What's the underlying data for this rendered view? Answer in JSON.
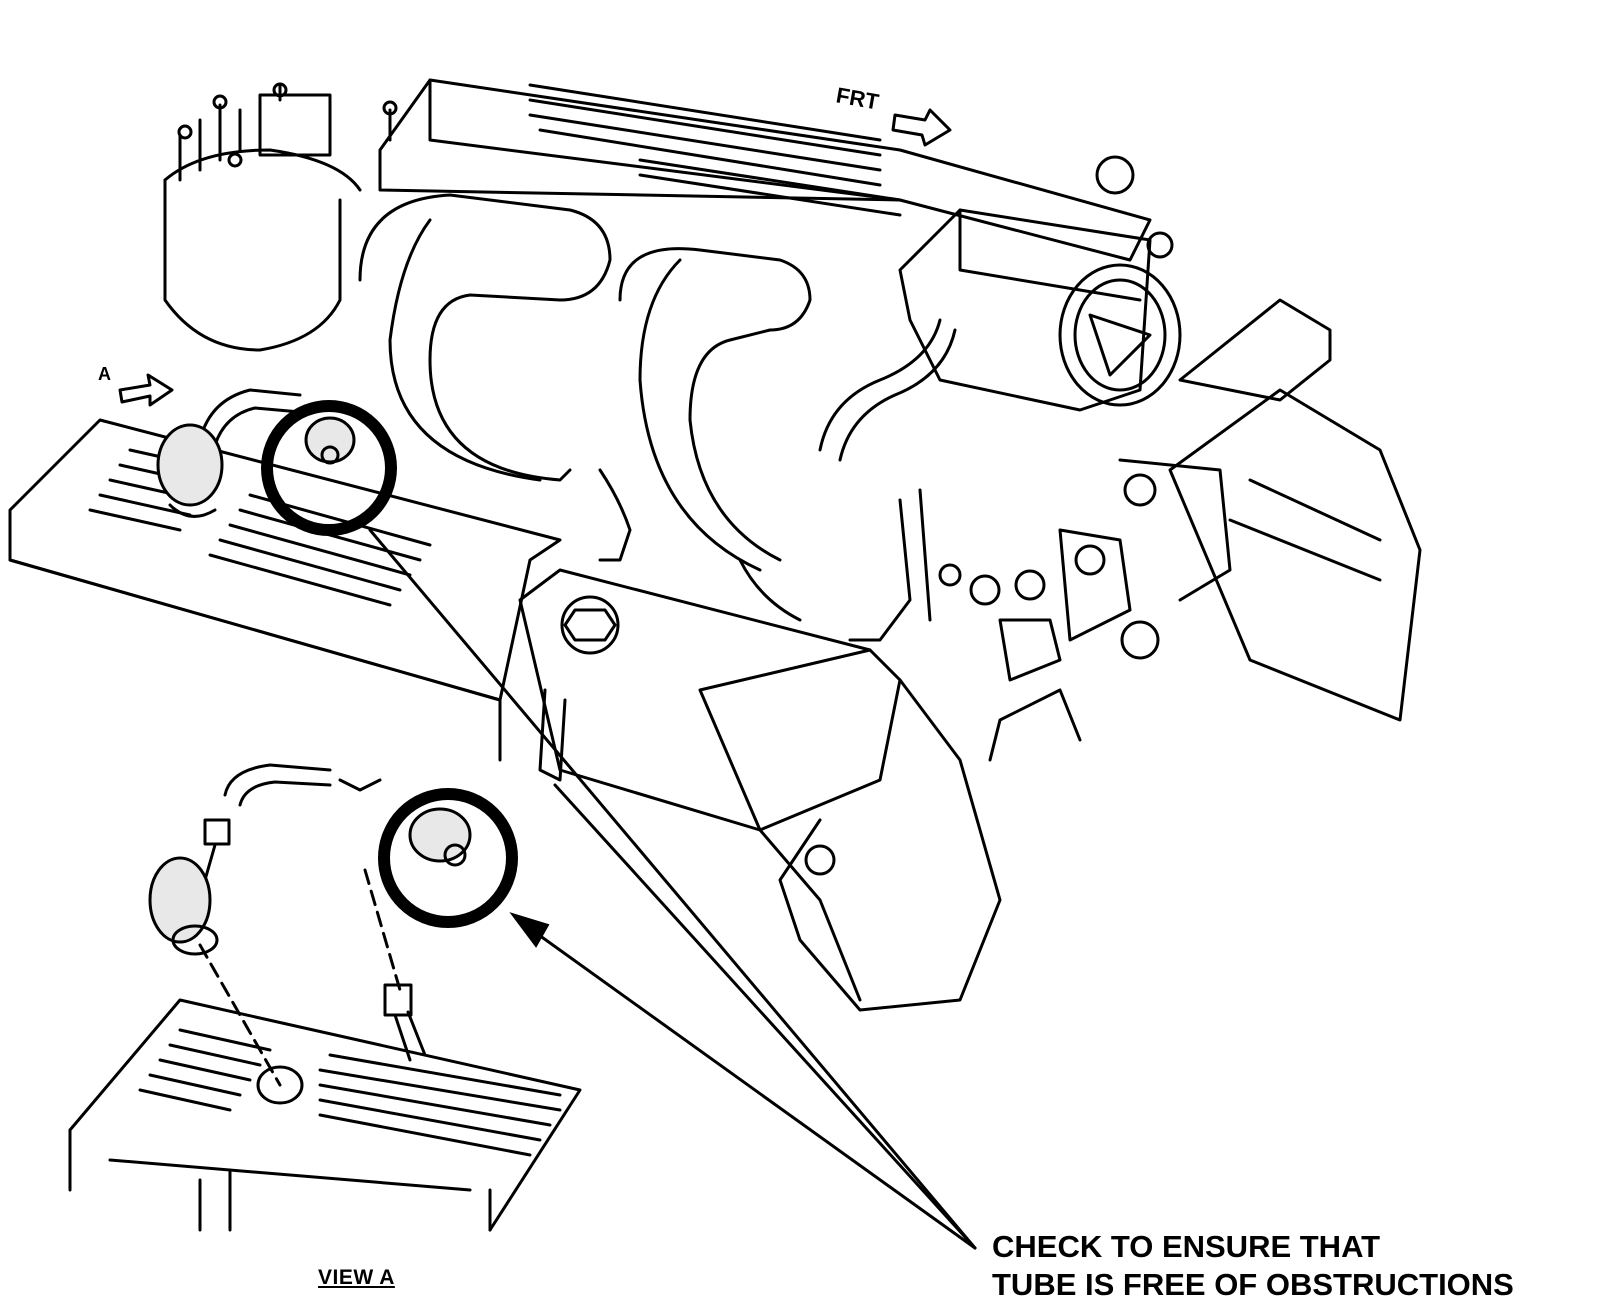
{
  "figure": {
    "orientation_label": "FRT",
    "view_marker_label": "A",
    "inset_title": "VIEW A",
    "callout": {
      "line1": "CHECK TO ENSURE THAT",
      "line2": "TUBE IS FREE OF OBSTRUCTIONS"
    }
  },
  "colors": {
    "ink": "#000000",
    "paper": "#ffffff"
  },
  "icons": [
    "direction-arrow-icon",
    "view-arrow-icon",
    "check-circle-icon"
  ]
}
